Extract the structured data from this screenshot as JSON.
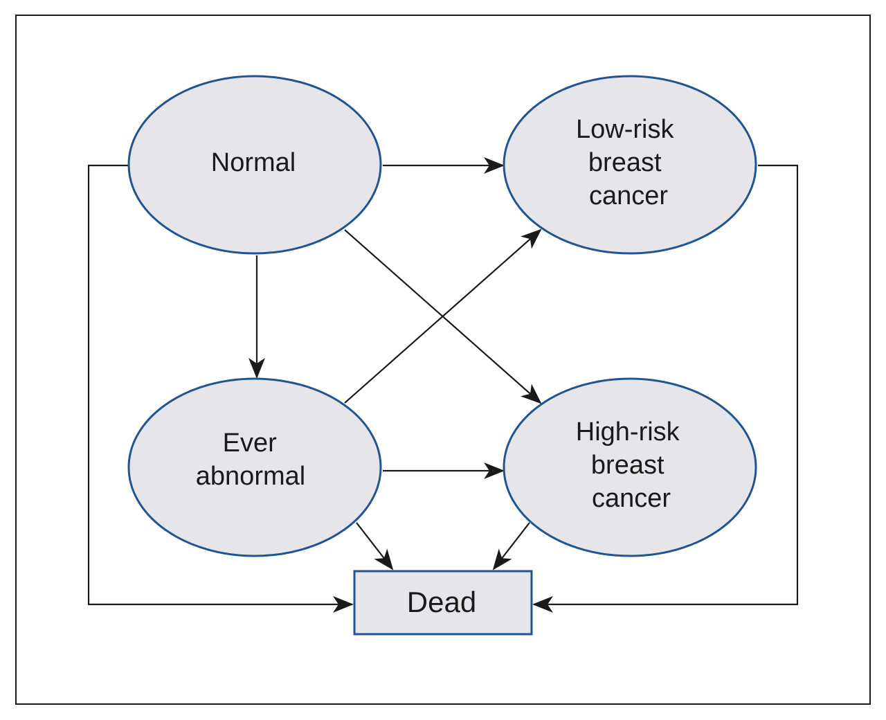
{
  "diagram": {
    "type": "state-transition",
    "colors": {
      "node_fill": "#e6e6ea",
      "node_stroke": "#1f5591",
      "edge": "#1a1a1a",
      "frame": "#1a1a1a"
    },
    "nodes": {
      "normal": {
        "shape": "ellipse",
        "lines": [
          "Normal"
        ]
      },
      "ever_abnormal": {
        "shape": "ellipse",
        "lines": [
          "Ever",
          "abnormal"
        ]
      },
      "low_risk": {
        "shape": "ellipse",
        "lines": [
          "Low-risk",
          "breast",
          "cancer"
        ]
      },
      "high_risk": {
        "shape": "ellipse",
        "lines": [
          "High-risk",
          "breast",
          "cancer"
        ]
      },
      "dead": {
        "shape": "rectangle",
        "lines": [
          "Dead"
        ]
      }
    },
    "edges": [
      {
        "from": "normal",
        "to": "low_risk"
      },
      {
        "from": "normal",
        "to": "ever_abnormal"
      },
      {
        "from": "normal",
        "to": "high_risk"
      },
      {
        "from": "normal",
        "to": "dead"
      },
      {
        "from": "ever_abnormal",
        "to": "low_risk"
      },
      {
        "from": "ever_abnormal",
        "to": "high_risk"
      },
      {
        "from": "ever_abnormal",
        "to": "dead"
      },
      {
        "from": "high_risk",
        "to": "dead"
      },
      {
        "from": "low_risk",
        "to": "dead"
      }
    ]
  }
}
